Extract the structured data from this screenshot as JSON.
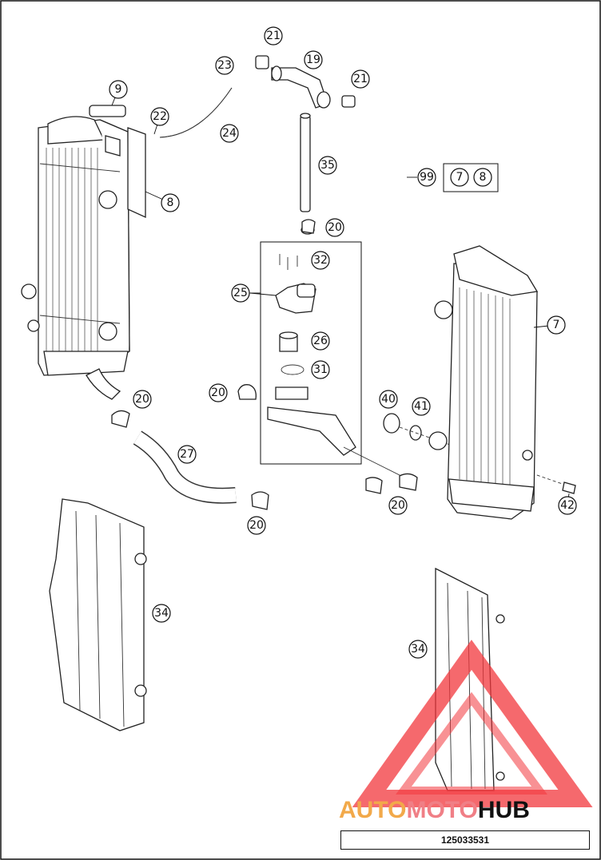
{
  "diagram": {
    "callouts": {
      "c9": "9",
      "c22": "22",
      "c24": "24",
      "c23": "23",
      "c21a": "21",
      "c19": "19",
      "c21b": "21",
      "c35": "35",
      "c8": "8",
      "c20a": "20",
      "c32": "32",
      "c25": "25",
      "c26": "26",
      "c31": "31",
      "c7": "7",
      "c99": "99",
      "c7b": "7",
      "c8b": "8",
      "c20b": "20",
      "c20c": "20",
      "c40": "40",
      "c41": "41",
      "c27": "27",
      "c20d": "20",
      "c20e": "20",
      "c42": "42",
      "c34a": "34",
      "c34b": "34"
    },
    "reference_number": "125033531"
  },
  "watermark": {
    "part1": "AUTO",
    "part2": "MOTO",
    "part3": "HUB",
    "colors": {
      "auto": "#f2a94a",
      "moto": "#f07f86",
      "hub": "#111111",
      "triangle": "#f2373c"
    }
  }
}
